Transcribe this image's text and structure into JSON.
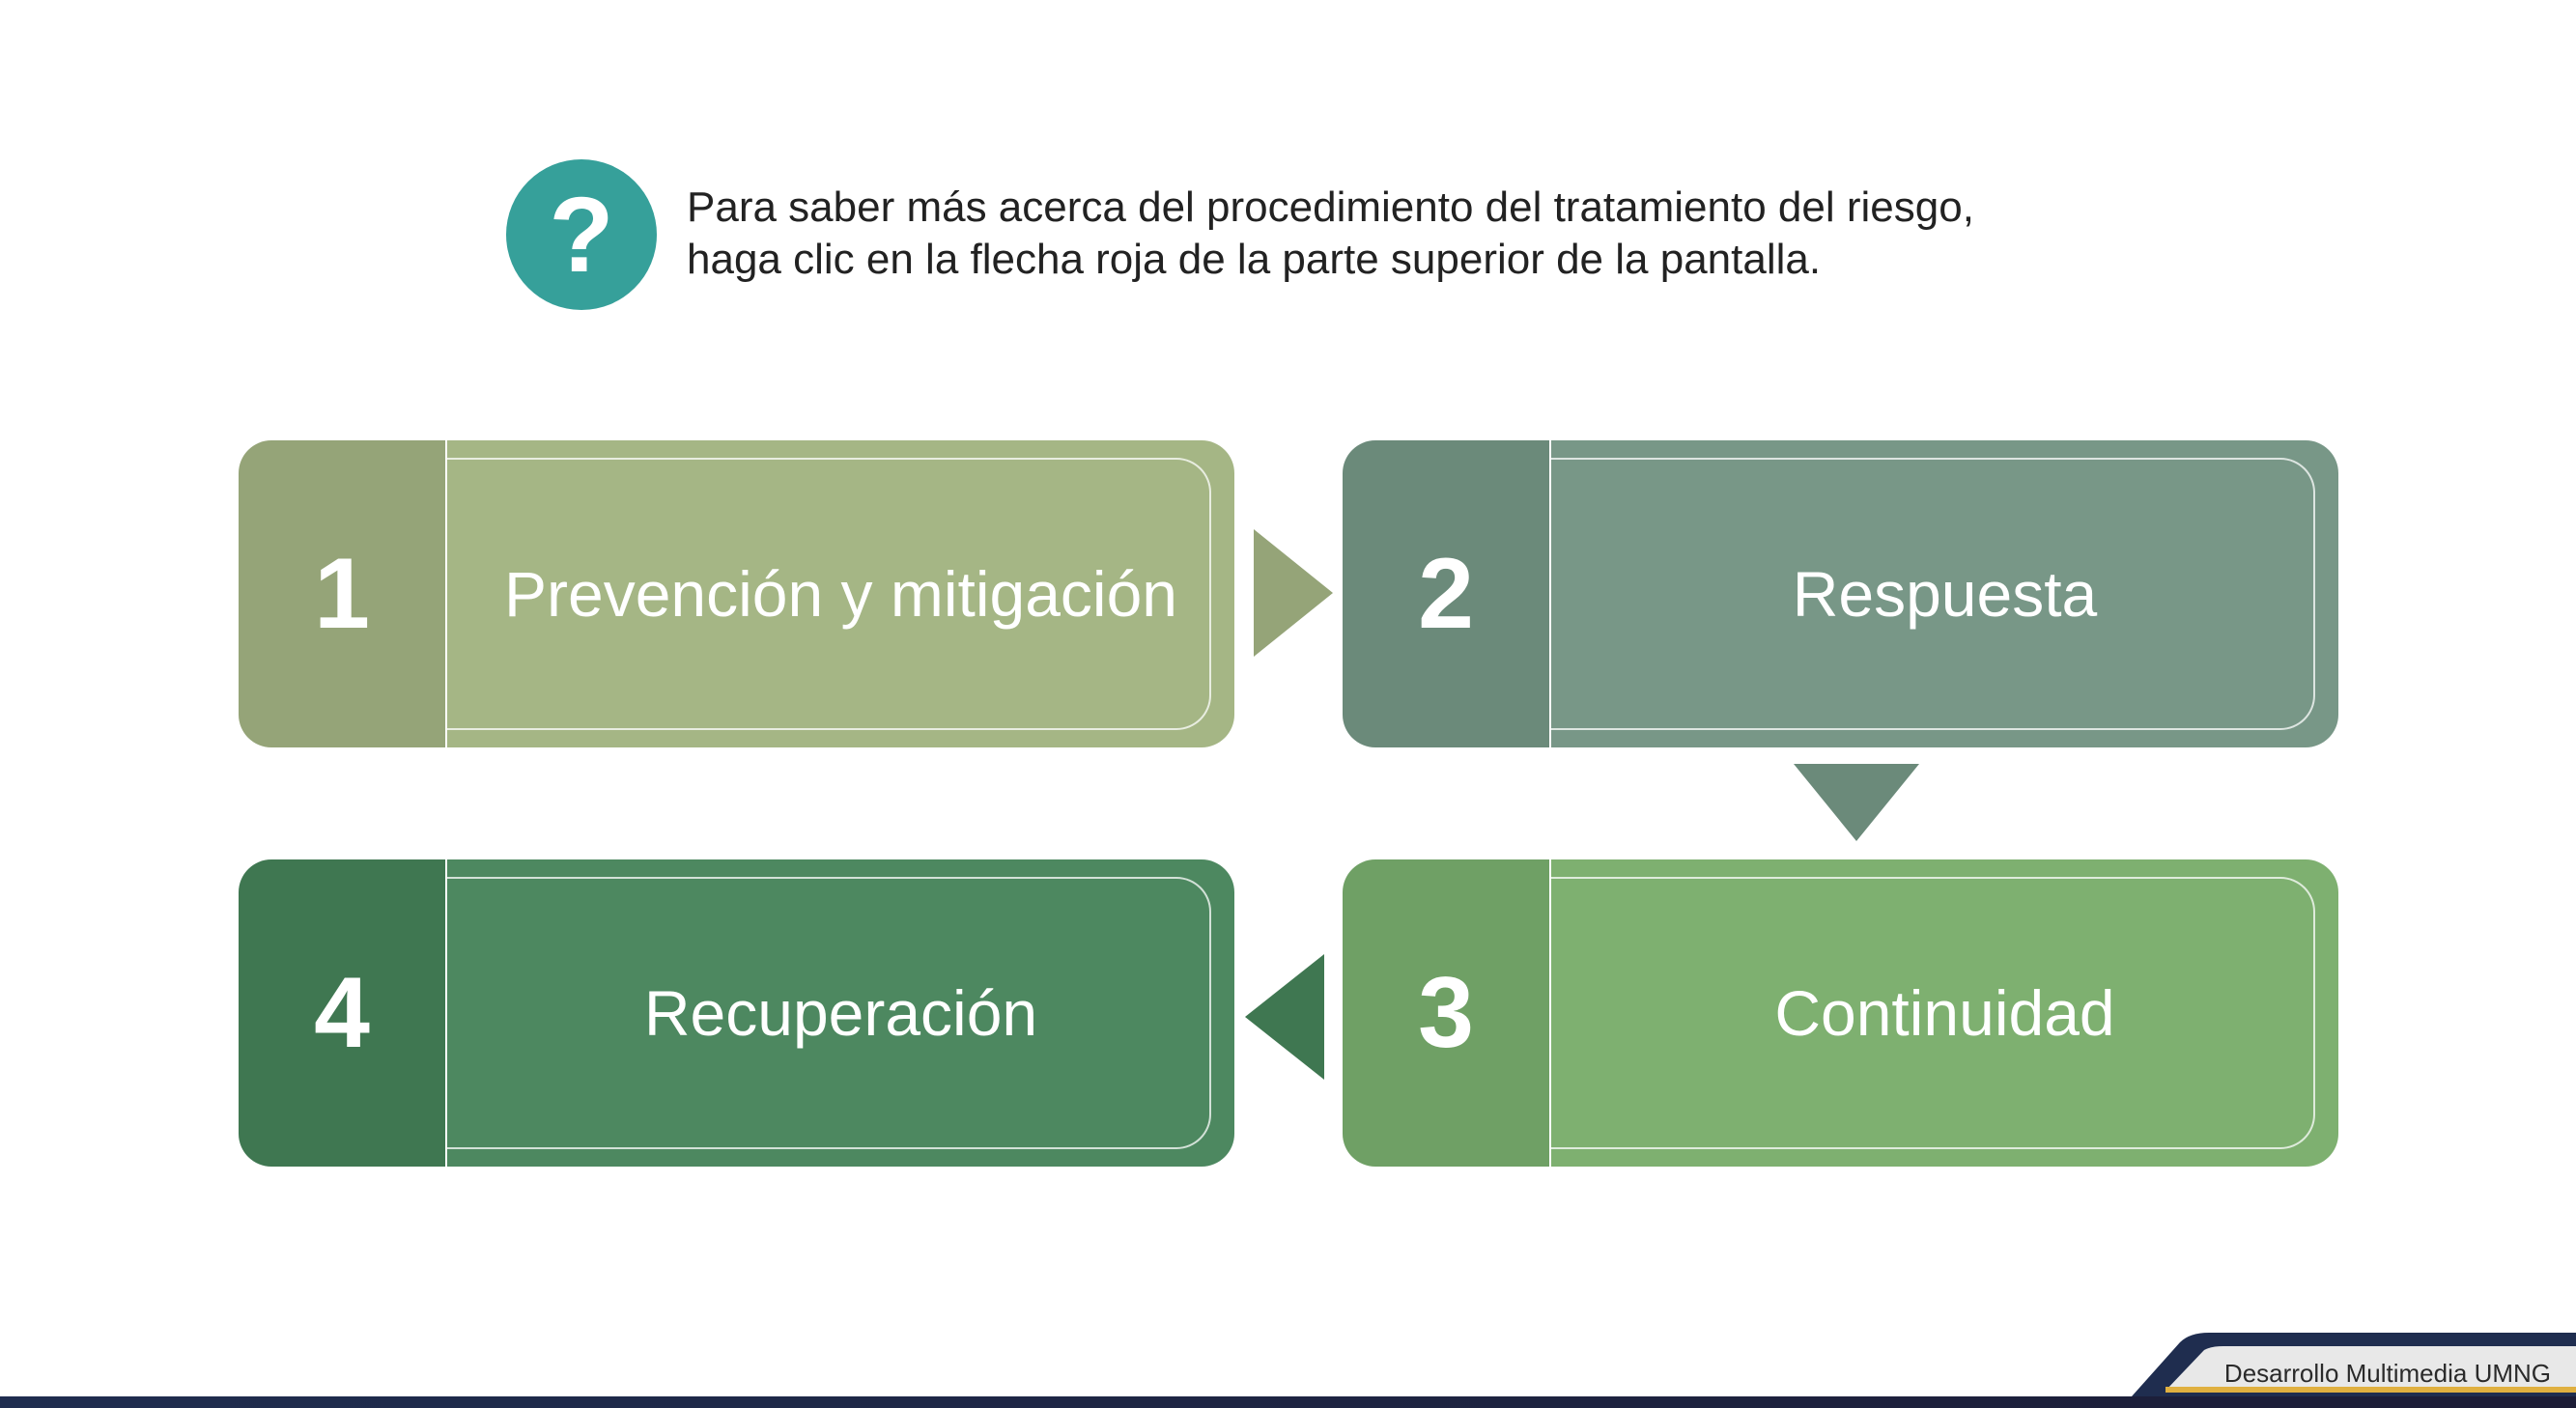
{
  "help": {
    "icon": "question-icon",
    "symbol": "?",
    "text_line1": "Para saber más acerca del procedimiento del tratamiento del riesgo,",
    "text_line2": "haga clic en la flecha roja de la parte superior de la pantalla."
  },
  "steps": [
    {
      "number": "1",
      "title": "Prevención y mitigación",
      "num_color": "#95a478",
      "body_color": "#a5b685"
    },
    {
      "number": "2",
      "title": "Respuesta",
      "num_color": "#6b8a7a",
      "body_color": "#789787"
    },
    {
      "number": "3",
      "title": "Continuidad",
      "num_color": "#6fa065",
      "body_color": "#7eb070"
    },
    {
      "number": "4",
      "title": "Recuperación",
      "num_color": "#3f7751",
      "body_color": "#4d8860"
    }
  ],
  "footer": {
    "label": "Desarrollo Multimedia UMNG"
  }
}
